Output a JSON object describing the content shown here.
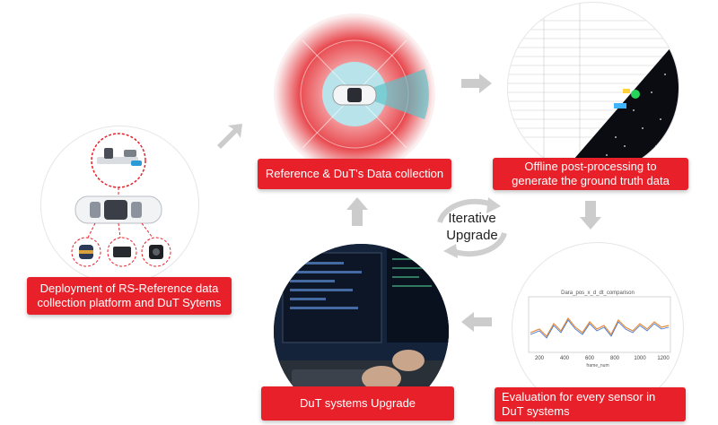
{
  "steps": {
    "deployment": {
      "line1": "Deployment of RS-Reference data",
      "line2": "collection platform and DuT Sytems"
    },
    "collection": {
      "label": "Reference & DuT's Data collection"
    },
    "postprocess": {
      "line1": "Offline post-processing to",
      "line2": "generate the ground truth data"
    },
    "evaluation": {
      "line1": "Evaluation for every sensor in",
      "line2": "DuT systems"
    },
    "upgrade": {
      "label": "DuT systems Upgrade"
    }
  },
  "center": {
    "line1": "Iterative",
    "line2": "Upgrade"
  },
  "plot": {
    "title": "Dara_pos_x_d_dt_comparison",
    "xlabel": "frame_num",
    "xticks": [
      "200",
      "400",
      "600",
      "800",
      "1000",
      "1200"
    ]
  },
  "colors": {
    "accent": "#e8202a",
    "arrow": "#c8c8c8"
  }
}
